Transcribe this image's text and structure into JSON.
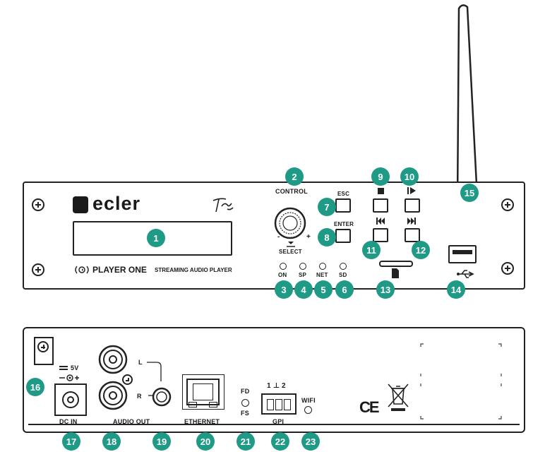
{
  "front_panel": {
    "brand": "ecler",
    "product_name": "PLAYER ONE",
    "product_subtitle": "STREAMING AUDIO PLAYER",
    "control_label": "CONTROL",
    "select_label": "SELECT",
    "knob_minus": "-",
    "knob_plus": "+",
    "esc_label": "ESC",
    "enter_label": "ENTER",
    "led_labels": [
      "ON",
      "SP",
      "NET",
      "SD"
    ]
  },
  "rear_panel": {
    "voltage_label": "5V",
    "dc_in_label": "DC IN",
    "audio_out_label": "AUDIO OUT",
    "left_label": "L",
    "right_label": "R",
    "ethernet_label": "ETHERNET",
    "fd_label": "FD",
    "fs_label": "FS",
    "gpi_label": "GPI",
    "gpi_pins": "1 ⊥ 2",
    "wifi_label": "WIFI",
    "ce_mark": "CE"
  },
  "callouts": [
    "1",
    "2",
    "3",
    "4",
    "5",
    "6",
    "7",
    "8",
    "9",
    "10",
    "11",
    "12",
    "13",
    "14",
    "15",
    "16",
    "17",
    "18",
    "19",
    "20",
    "21",
    "22",
    "23"
  ],
  "colors": {
    "callout": "#1f9a86",
    "line": "#222222"
  },
  "icons": [
    "stop-icon",
    "play-pause-icon",
    "previous-icon",
    "next-icon",
    "usb-icon",
    "sd-card-icon",
    "weee-bin-icon",
    "speaker-wave-icon",
    "signature-logo"
  ]
}
